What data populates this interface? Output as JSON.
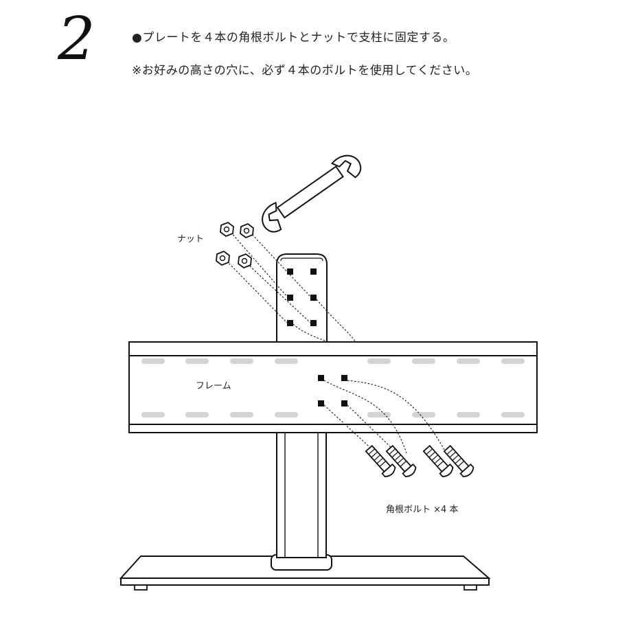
{
  "step": {
    "number": "2",
    "line1": "●プレートを４本の角根ボルトとナットで支柱に固定する。",
    "line2": "※お好みの高さの穴に、必ず４本のボルトを使用してください。"
  },
  "labels": {
    "nut": "ナット",
    "frame": "フレーム",
    "bolts": "角根ボルト ×4 本"
  },
  "icons": [
    "wrench-icon",
    "hex-nut-icon",
    "carriage-bolt-icon"
  ],
  "colors": {
    "ink": "#111111",
    "slot": "#d4d4d4",
    "fill": "#ffffff"
  }
}
